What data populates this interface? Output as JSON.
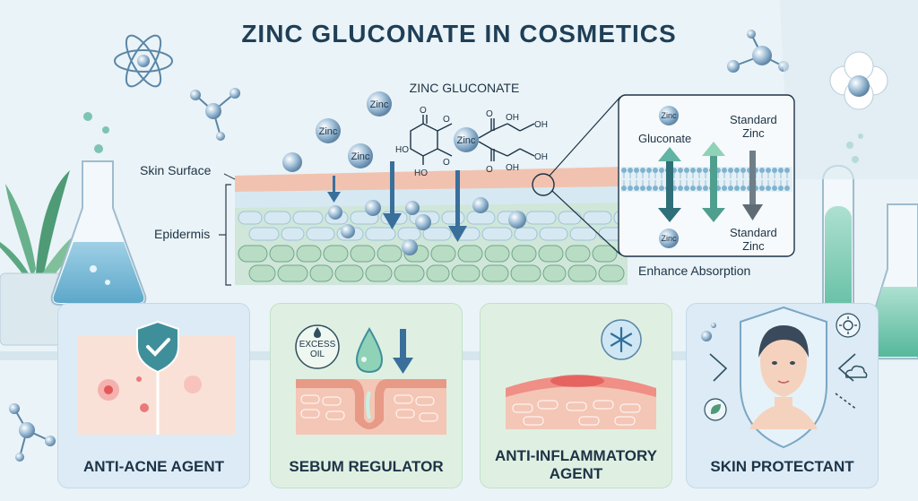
{
  "title": "ZINC GLUCONATE IN COSMETICS",
  "molecule": {
    "name": "ZINC GLUCONATE",
    "center_label": "Zinc",
    "atom_o": "O",
    "atom_oh": "OH",
    "atom_ho": "HO"
  },
  "zinc_bubble": "Zinc",
  "labels": {
    "skin_surface": "Skin Surface",
    "epidermis": "Epidermis"
  },
  "inset": {
    "left_label": "Gluconate",
    "top_right_label": "Standard\nZinc",
    "bottom_right_label": "Standard\nZinc",
    "caption": "Enhance Absorption"
  },
  "cards": [
    {
      "title": "ANTI-ACNE AGENT"
    },
    {
      "title": "SEBUM REGULATOR",
      "badge": "EXCESS\nOIL"
    },
    {
      "title": "ANTI-INFLAMMATORY\nAGENT"
    },
    {
      "title": "SKIN PROTECTANT"
    }
  ],
  "colors": {
    "title": "#1f3f57",
    "accent_teal": "#3f8f9a",
    "arrow_blue": "#3a6f9c",
    "skin_pink": "#f2c2b0",
    "cell_green": "#b9dcc4",
    "card_blue": "#dcebf6",
    "card_green": "#dff0e2"
  }
}
